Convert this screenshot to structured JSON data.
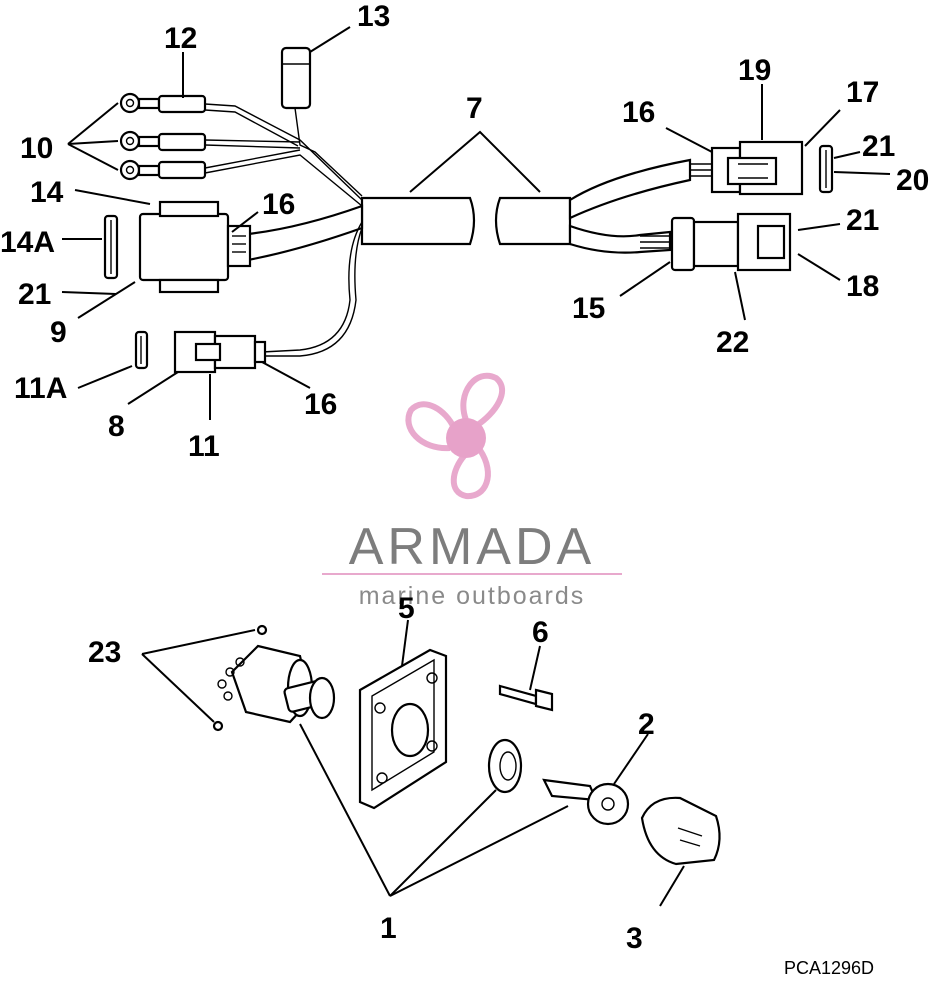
{
  "labels": {
    "l1": "1",
    "l2": "2",
    "l3": "3",
    "l5": "5",
    "l6": "6",
    "l7": "7",
    "l8": "8",
    "l9": "9",
    "l10": "10",
    "l11": "11",
    "l11a": "11A",
    "l12": "12",
    "l13": "13",
    "l14": "14",
    "l14a": "14A",
    "l15": "15",
    "l16a": "16",
    "l16b": "16",
    "l16c": "16",
    "l17": "17",
    "l18": "18",
    "l19": "19",
    "l20": "20",
    "l21a": "21",
    "l21b": "21",
    "l21c": "21",
    "l22": "22",
    "l23": "23"
  },
  "watermark": {
    "brand": "ARMADA",
    "tagline": "marine outboards",
    "colors": {
      "logo": "#e8a9cd",
      "logo_center": "#e7a2c9",
      "text": "#7d7d7d"
    }
  },
  "figure_code": "PCA1296D"
}
